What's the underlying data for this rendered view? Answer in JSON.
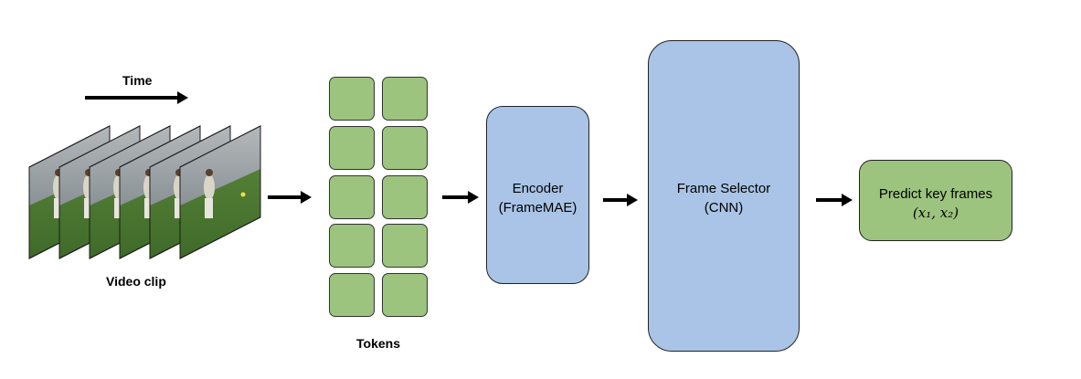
{
  "time_label": "Time",
  "video_label": "Video clip",
  "tokens_label": "Tokens",
  "encoder": {
    "line1": "Encoder",
    "line2": "(FrameMAE)"
  },
  "selector": {
    "line1": "Frame Selector",
    "line2": "(CNN)"
  },
  "output": {
    "line1": "Predict key frames",
    "formula": "(x₁, x₂)"
  },
  "colors": {
    "blue_box": "#a9c4e6",
    "green_box": "#9dc47e",
    "grass": "#4f7d35",
    "sky": "#9aa0a6"
  },
  "icons": [
    "arrow-right-icon",
    "video-frame-image"
  ]
}
